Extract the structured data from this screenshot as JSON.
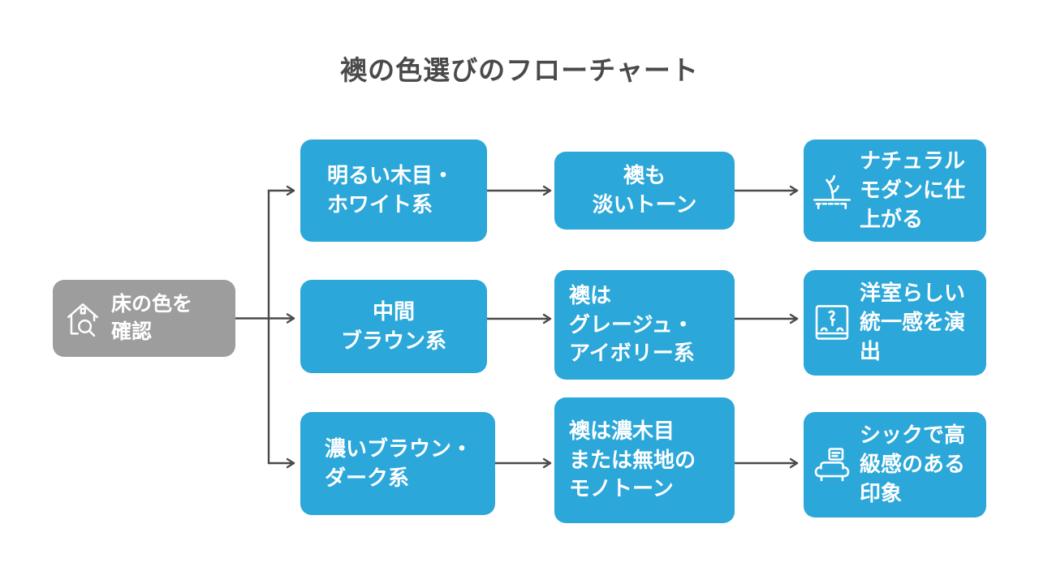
{
  "title": "襖の色選びのフローチャート",
  "start": {
    "label": "床の色を\n確認",
    "icon": "house-search"
  },
  "branches": [
    {
      "option": "明るい木目・\nホワイト系",
      "fusuma": "襖も\n淡いトーン",
      "result": "ナチュラル\nモダンに仕\n上がる",
      "result_icon": "plant-decor"
    },
    {
      "option": "中間\nブラウン系",
      "fusuma": "襖は\nグレージュ・\nアイボリー系",
      "result": "洋室らしい\n統一感を演\n出",
      "result_icon": "framed-art"
    },
    {
      "option": "濃いブラウン・\nダーク系",
      "fusuma": "襖は濃木目\nまたは無地の\nモノトーン",
      "result": "シックで高\n級感のある\n印象",
      "result_icon": "sofa"
    }
  ],
  "colors": {
    "node_blue": "#2BA7D9",
    "node_gray": "#9D9D9D",
    "line_dark": "#4A4A4A",
    "text_white": "#FFFFFF"
  }
}
